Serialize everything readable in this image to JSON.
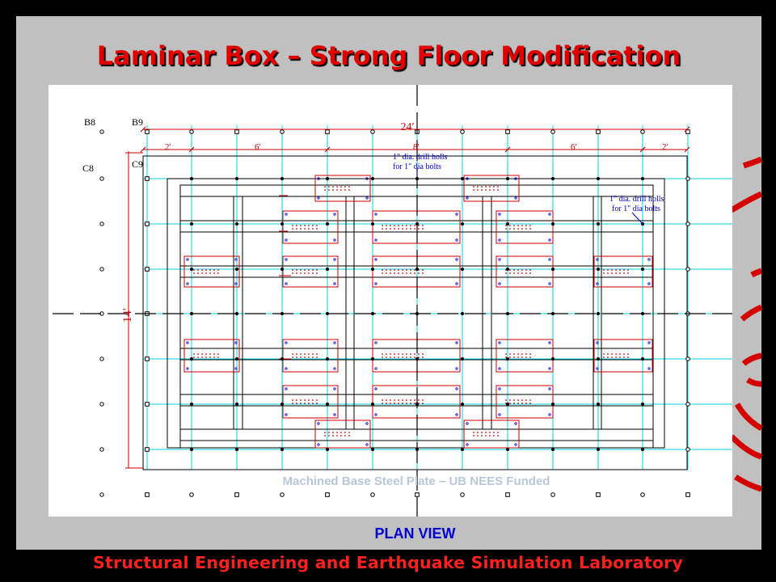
{
  "slide": {
    "title": "Laminar Box – Strong Floor Modification",
    "caption": "PLAN VIEW",
    "footer": "Structural Engineering and Earthquake Simulation Laboratory"
  },
  "drawing": {
    "grid_labels": [
      "B8",
      "B9",
      "C8",
      "C9"
    ],
    "overall_width": "24′",
    "segments": [
      "2′",
      "6′",
      "8′",
      "6′",
      "2′"
    ],
    "overall_height": "14′",
    "notes": [
      {
        "line1": "1\" dia. drill holls",
        "line2": "for 1\" dia bolts"
      },
      {
        "line1": "1\" dia. drill holls",
        "line2": "for 1\" dia bolts"
      }
    ],
    "plate_label": "Machined Base Steel Plate – UB NEES Funded"
  },
  "colors": {
    "background": "#000000",
    "slide": "#c0c0c0",
    "title": "#e00000",
    "footer": "#ff2020",
    "caption": "#0000d0",
    "cad_red": "#cc0000",
    "cad_cyan": "#00d0e0",
    "cad_blue": "#0000cc"
  }
}
